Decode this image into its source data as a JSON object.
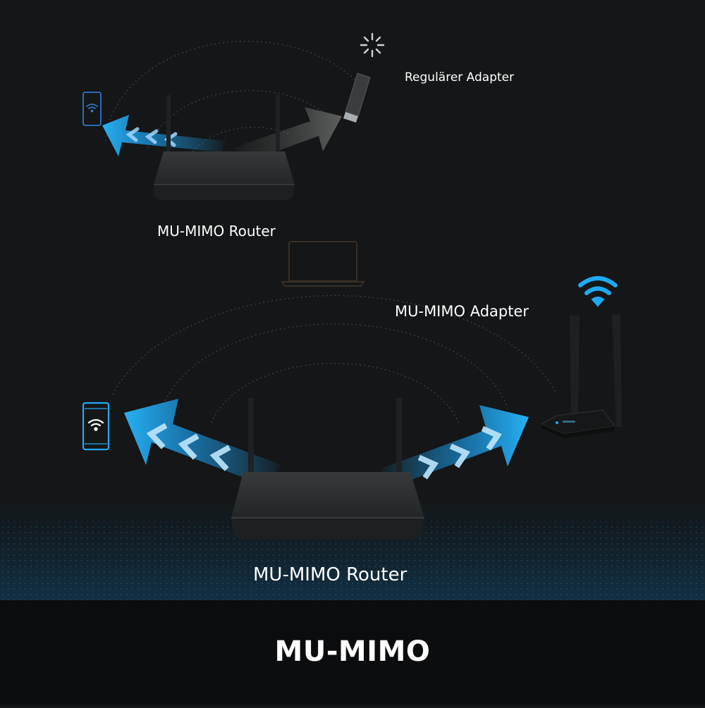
{
  "top_scene": {
    "regular_adapter_label": "Regulärer Adapter",
    "router_label": "MU-MIMO Router"
  },
  "bottom_scene": {
    "mu_mimo_adapter_label": "MU-MIMO Adapter",
    "router_label": "MU-MIMO Router"
  },
  "footer": {
    "title": "MU-MIMO"
  },
  "icons": [
    "smartphone-icon",
    "wifi-icon",
    "loading-spinner-icon",
    "usb-adapter-icon",
    "laptop-icon",
    "router-icon",
    "signal-arrow-icon"
  ],
  "colors": {
    "background": "#141617",
    "footer_background": "#0c0d0e",
    "signal_blue": "#1fa3ec",
    "wifi_blue": "#23a9f2",
    "router_body": "#2c2e30",
    "text": "#ffffff"
  }
}
